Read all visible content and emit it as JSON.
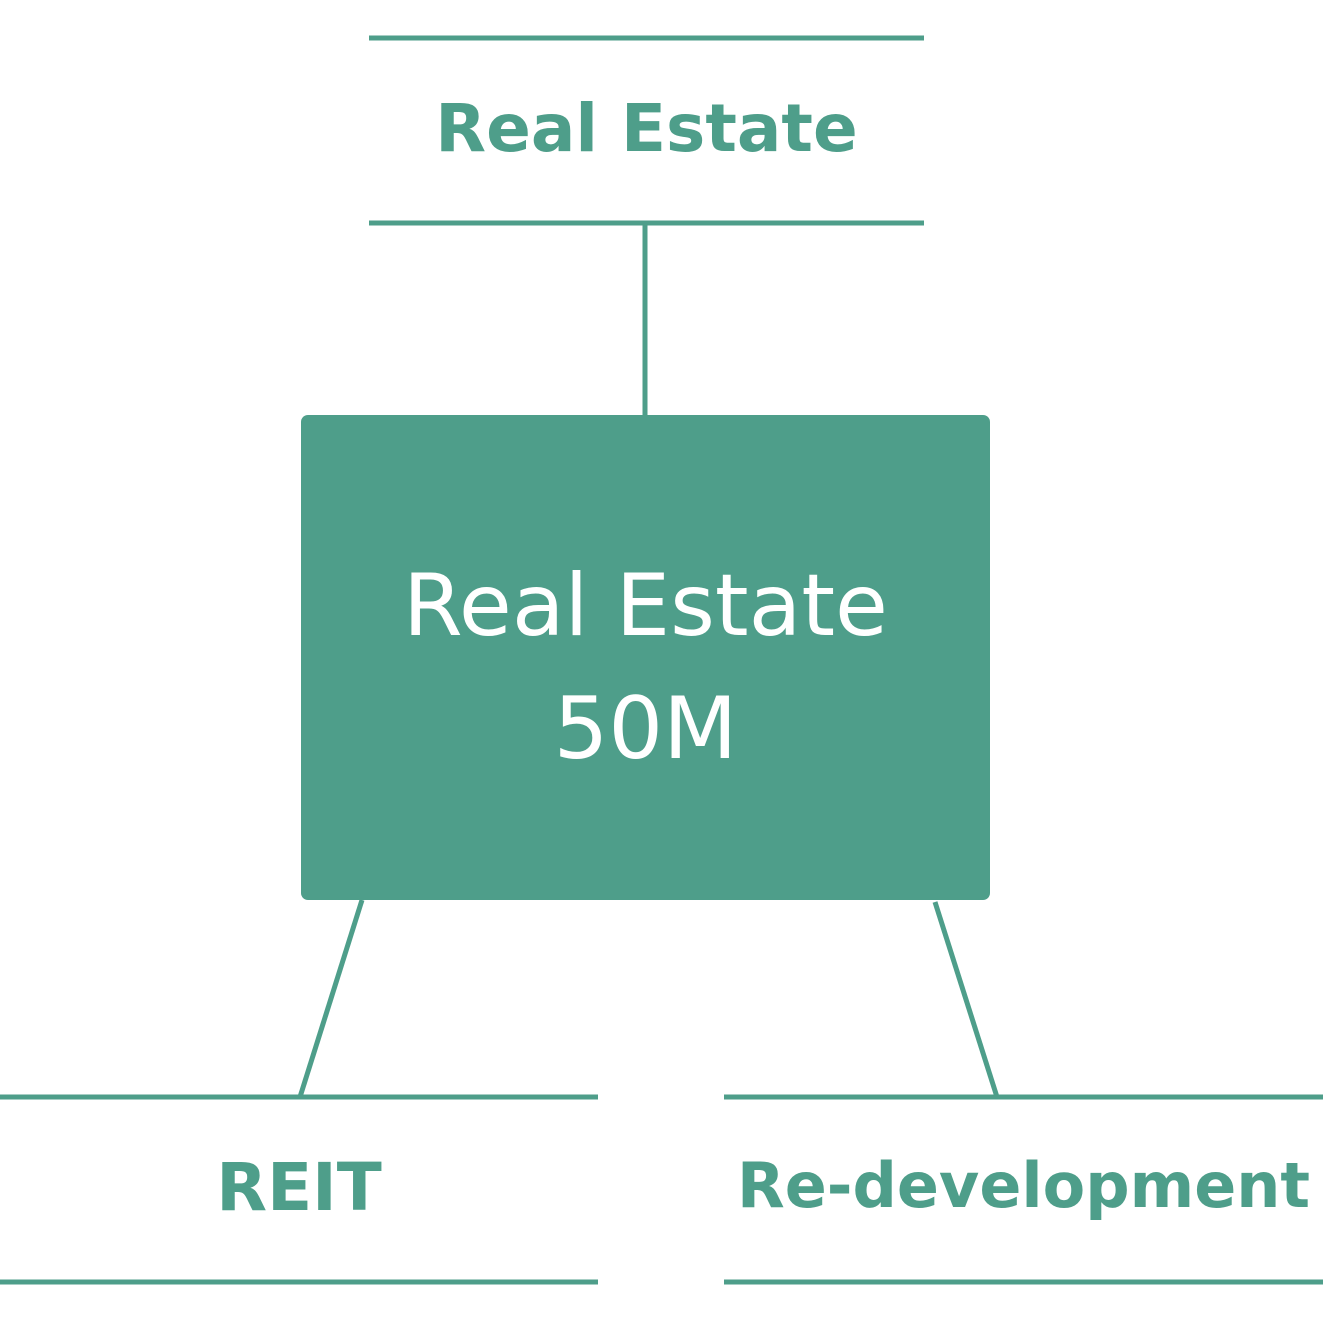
{
  "colors": {
    "accent": "#4e9e8a",
    "text_on_box": "#ffffff"
  },
  "root": {
    "label": "Real Estate"
  },
  "center_node": {
    "title": "Real Estate",
    "value": "50M"
  },
  "children": [
    {
      "label": "REIT"
    },
    {
      "label": "Re-development"
    }
  ]
}
